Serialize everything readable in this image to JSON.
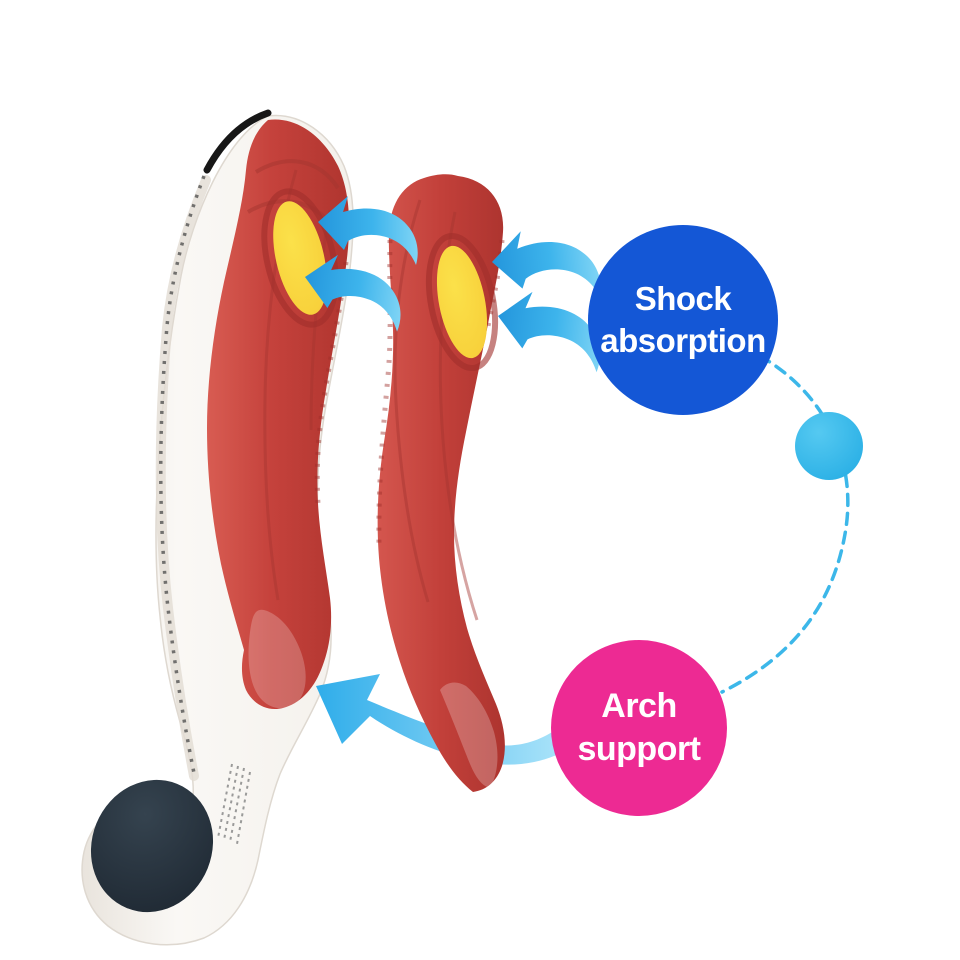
{
  "image_type": "product-infographic",
  "subject": "orthotic insoles pair, side bottom view",
  "callouts": {
    "shock": {
      "line1": "Shock",
      "line2": "absorption",
      "bg_color": "#1457d6",
      "text_color": "#ffffff"
    },
    "arch": {
      "line1": "Arch",
      "line2": "support",
      "bg_color": "#ed2a93",
      "text_color": "#ffffff"
    }
  },
  "connector": {
    "line_color": "#3cb7e9",
    "dot_color": "#29b7ea",
    "style": "dashed-arc"
  },
  "colors": {
    "arrow_blue": "#35b0e9",
    "arrow_blue_light": "#8fd9f7",
    "insole_red": "#c2413c",
    "insole_red_dark": "#a33530",
    "gel_pad_yellow": "#f8d23c",
    "foam_white": "#f8f6f3",
    "toe_cap_navy": "#232e3a",
    "heel_edge_black": "#171717",
    "background": "#ffffff"
  }
}
